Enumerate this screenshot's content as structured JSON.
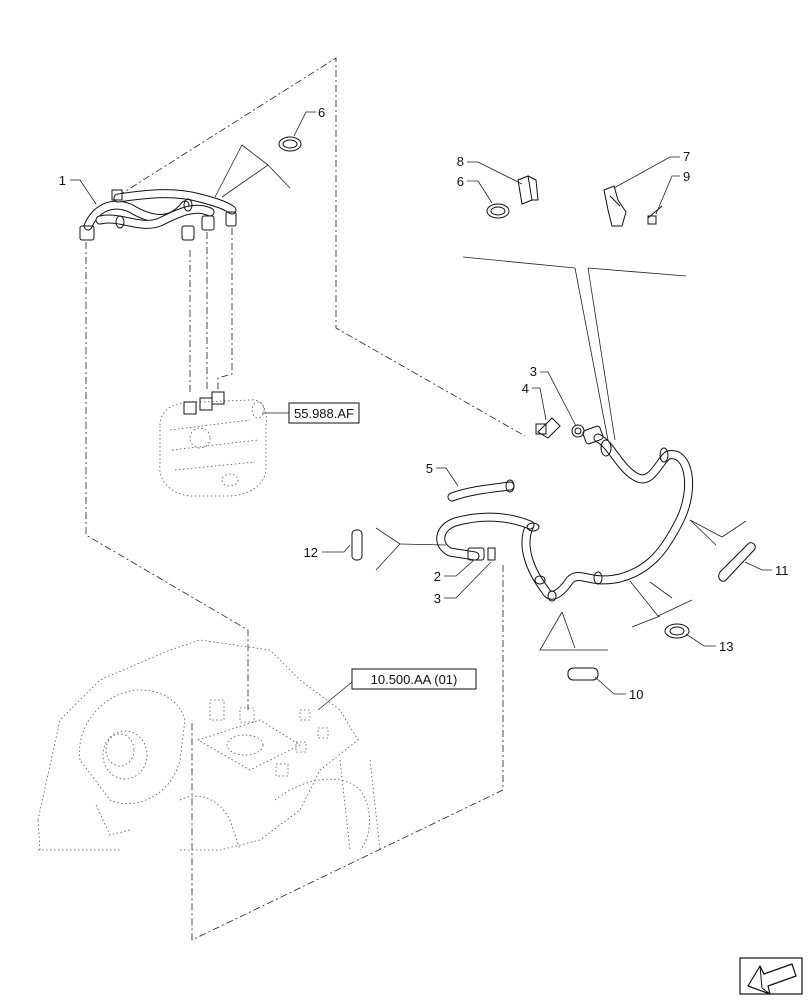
{
  "callouts": {
    "c1": "1",
    "c2": "2",
    "c3a": "3",
    "c3b": "3",
    "c4": "4",
    "c5": "5",
    "c6a": "6",
    "c6b": "6",
    "c7": "7",
    "c8": "8",
    "c9": "9",
    "c10": "10",
    "c11": "11",
    "c12": "12",
    "c13": "13"
  },
  "references": {
    "valve": "55.988.AF",
    "tank": "10.500.AA (01)"
  },
  "icons": {
    "nav": "arrow-back-icon"
  }
}
